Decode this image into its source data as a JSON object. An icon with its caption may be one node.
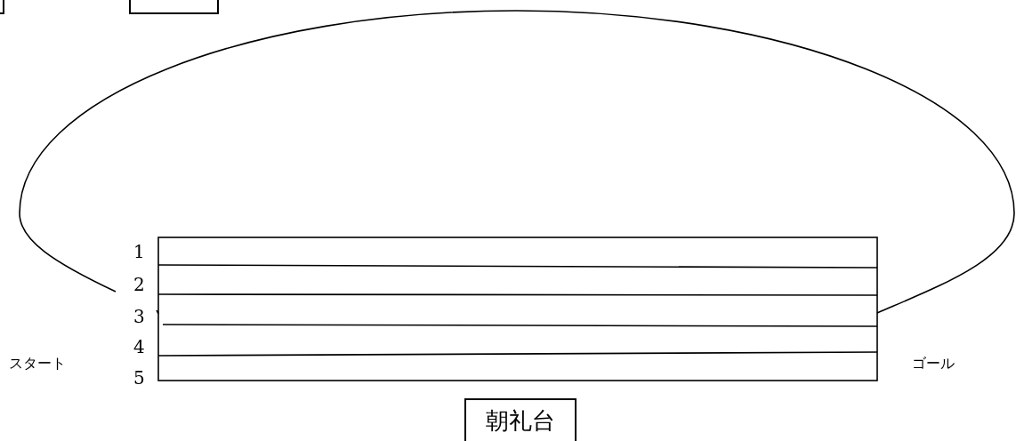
{
  "diagram": {
    "nodes": [
      {
        "text": [],
        "shape": "box"
      },
      {
        "text": [],
        "shape": "box"
      },
      {
        "text": [
          "朝礼台"
        ]
      }
    ],
    "labels": [
      "1",
      "2",
      "3",
      "4",
      "5",
      "スタート",
      "ゴール"
    ]
  }
}
